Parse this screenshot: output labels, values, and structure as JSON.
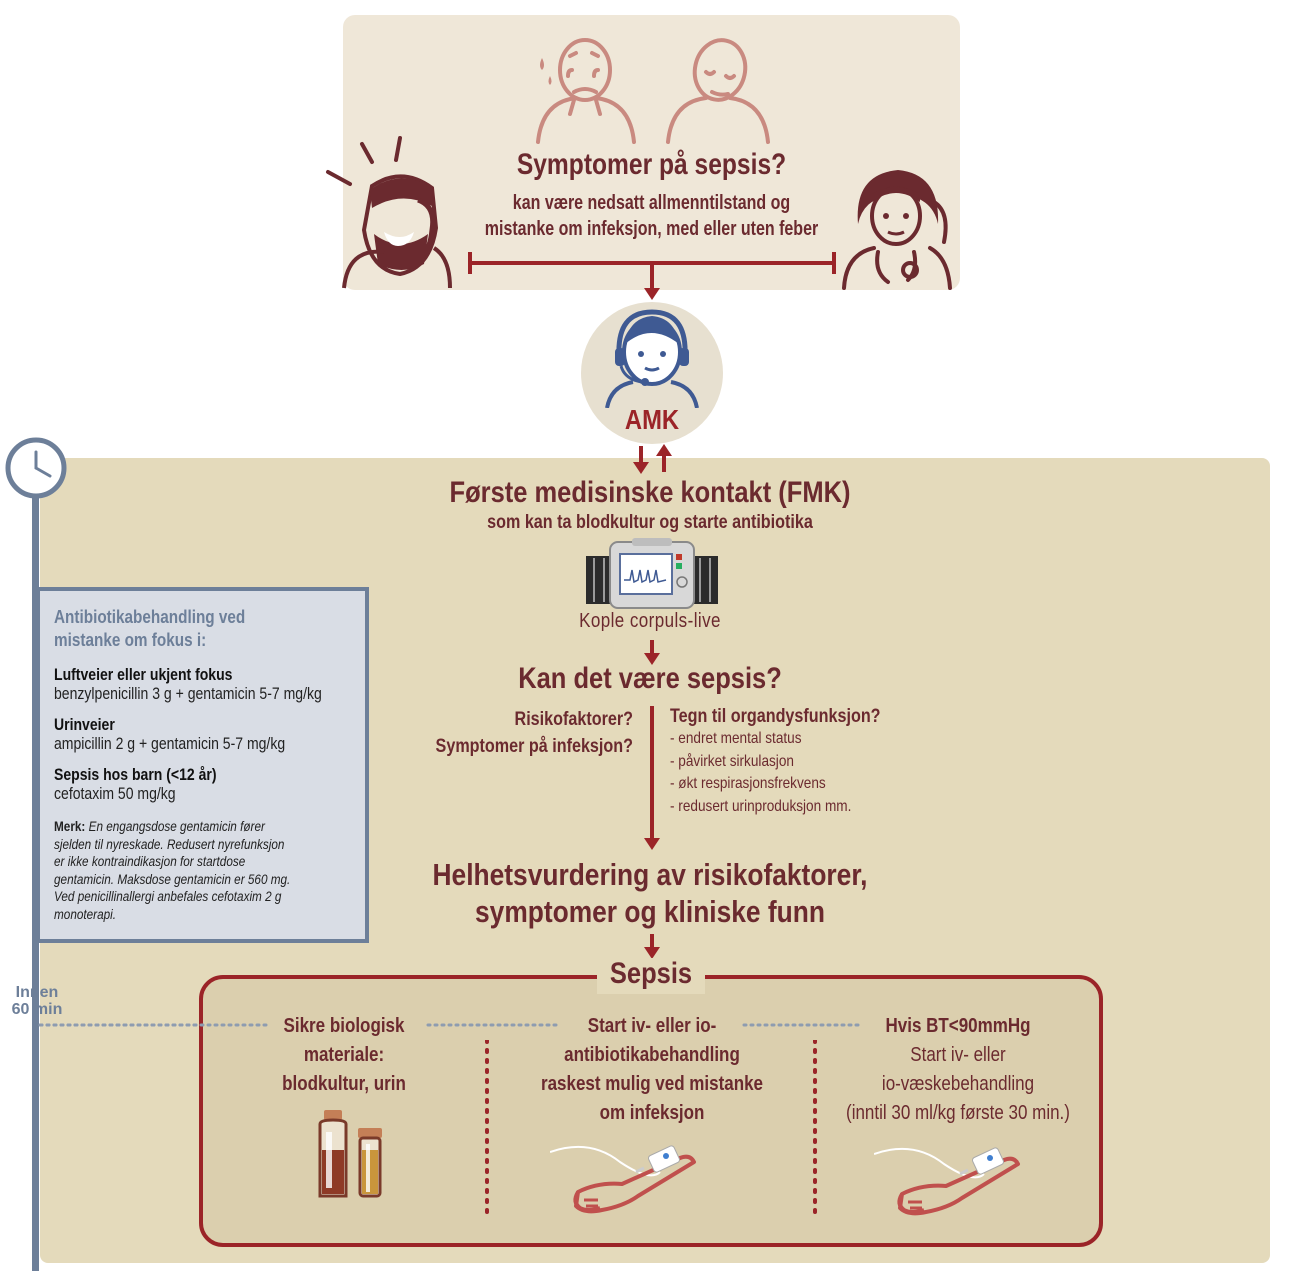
{
  "colors": {
    "dark_red": "#6b2a2f",
    "accent_red": "#9b2428",
    "top_panel_bg": "#efe7d8",
    "main_panel_bg": "#e4dabb",
    "sepsis_box_bg": "#dbcfae",
    "slate_blue": "#6d7f99",
    "info_box_bg": "#d9dde5",
    "figure_pink": "#c98a80"
  },
  "icons": [
    "worried-patient-icon",
    "tired-patient-icon",
    "man-on-phone-icon",
    "doctor-on-phone-icon",
    "operator-headset-icon",
    "corpuls-monitor-icon",
    "clock-icon",
    "blood-culture-vials-icon",
    "iv-arm-icon"
  ],
  "top": {
    "title": "Symptomer på sepsis?",
    "subtitle_line1": "kan være nedsatt allmenntilstand og",
    "subtitle_line2": "mistanke om infeksjon, med eller uten feber"
  },
  "amk": {
    "label": "AMK"
  },
  "fmk": {
    "title": "Første medisinske kontakt (FMK)",
    "subtitle": "som kan ta blodkultur og starte antibiotika",
    "monitor_label": "Kople corpuls-live"
  },
  "question": {
    "title": "Kan det være sepsis?",
    "left_line1": "Risikofaktorer?",
    "left_line2": "Symptomer på infeksjon?",
    "right_title": "Tegn til organdysfunksjon?",
    "right_items": [
      "- endret mental status",
      "- påvirket sirkulasjon",
      "- økt respirasjonsfrekvens",
      "- redusert urinproduksjon mm."
    ]
  },
  "holistic": {
    "line1": "Helhetsvurdering av risikofaktorer,",
    "line2": "symptomer og kliniske funn"
  },
  "sepsis": {
    "label": "Sepsis",
    "col1": [
      "Sikre biologisk",
      "materiale:",
      "blodkultur, urin"
    ],
    "col2": [
      "Start iv- eller io-",
      "antibiotikabehandling",
      "raskest mulig ved mistanke",
      "om infeksjon"
    ],
    "col3_header": "Hvis BT<90mmHg",
    "col3": [
      "Start iv- eller",
      "io-væskebehandling",
      "(inntil 30 ml/kg første 30 min.)"
    ]
  },
  "timeline": {
    "line1": "Innen",
    "line2": "60 min"
  },
  "antibiotics": {
    "title_line1": "Antibiotikabehandling ved",
    "title_line2": "mistanke om fokus i:",
    "sections": [
      {
        "heading": "Luftveier eller ukjent fokus",
        "text": "benzylpenicillin 3 g + gentamicin 5-7 mg/kg"
      },
      {
        "heading": "Urinveier",
        "text": "ampicillin 2 g + gentamicin 5-7 mg/kg"
      },
      {
        "heading": "Sepsis hos barn (<12 år)",
        "text": "cefotaxim 50 mg/kg"
      }
    ],
    "note_label": "Merk:",
    "note_lines": [
      "En engangsdose gentamicin fører",
      "sjelden til nyreskade. Redusert nyrefunksjon",
      "er ikke kontraindikasjon for startdose",
      "gentamicin. Maksdose gentamicin er 560 mg.",
      "Ved penicillinallergi anbefales cefotaxim 2 g",
      "monoterapi."
    ]
  }
}
